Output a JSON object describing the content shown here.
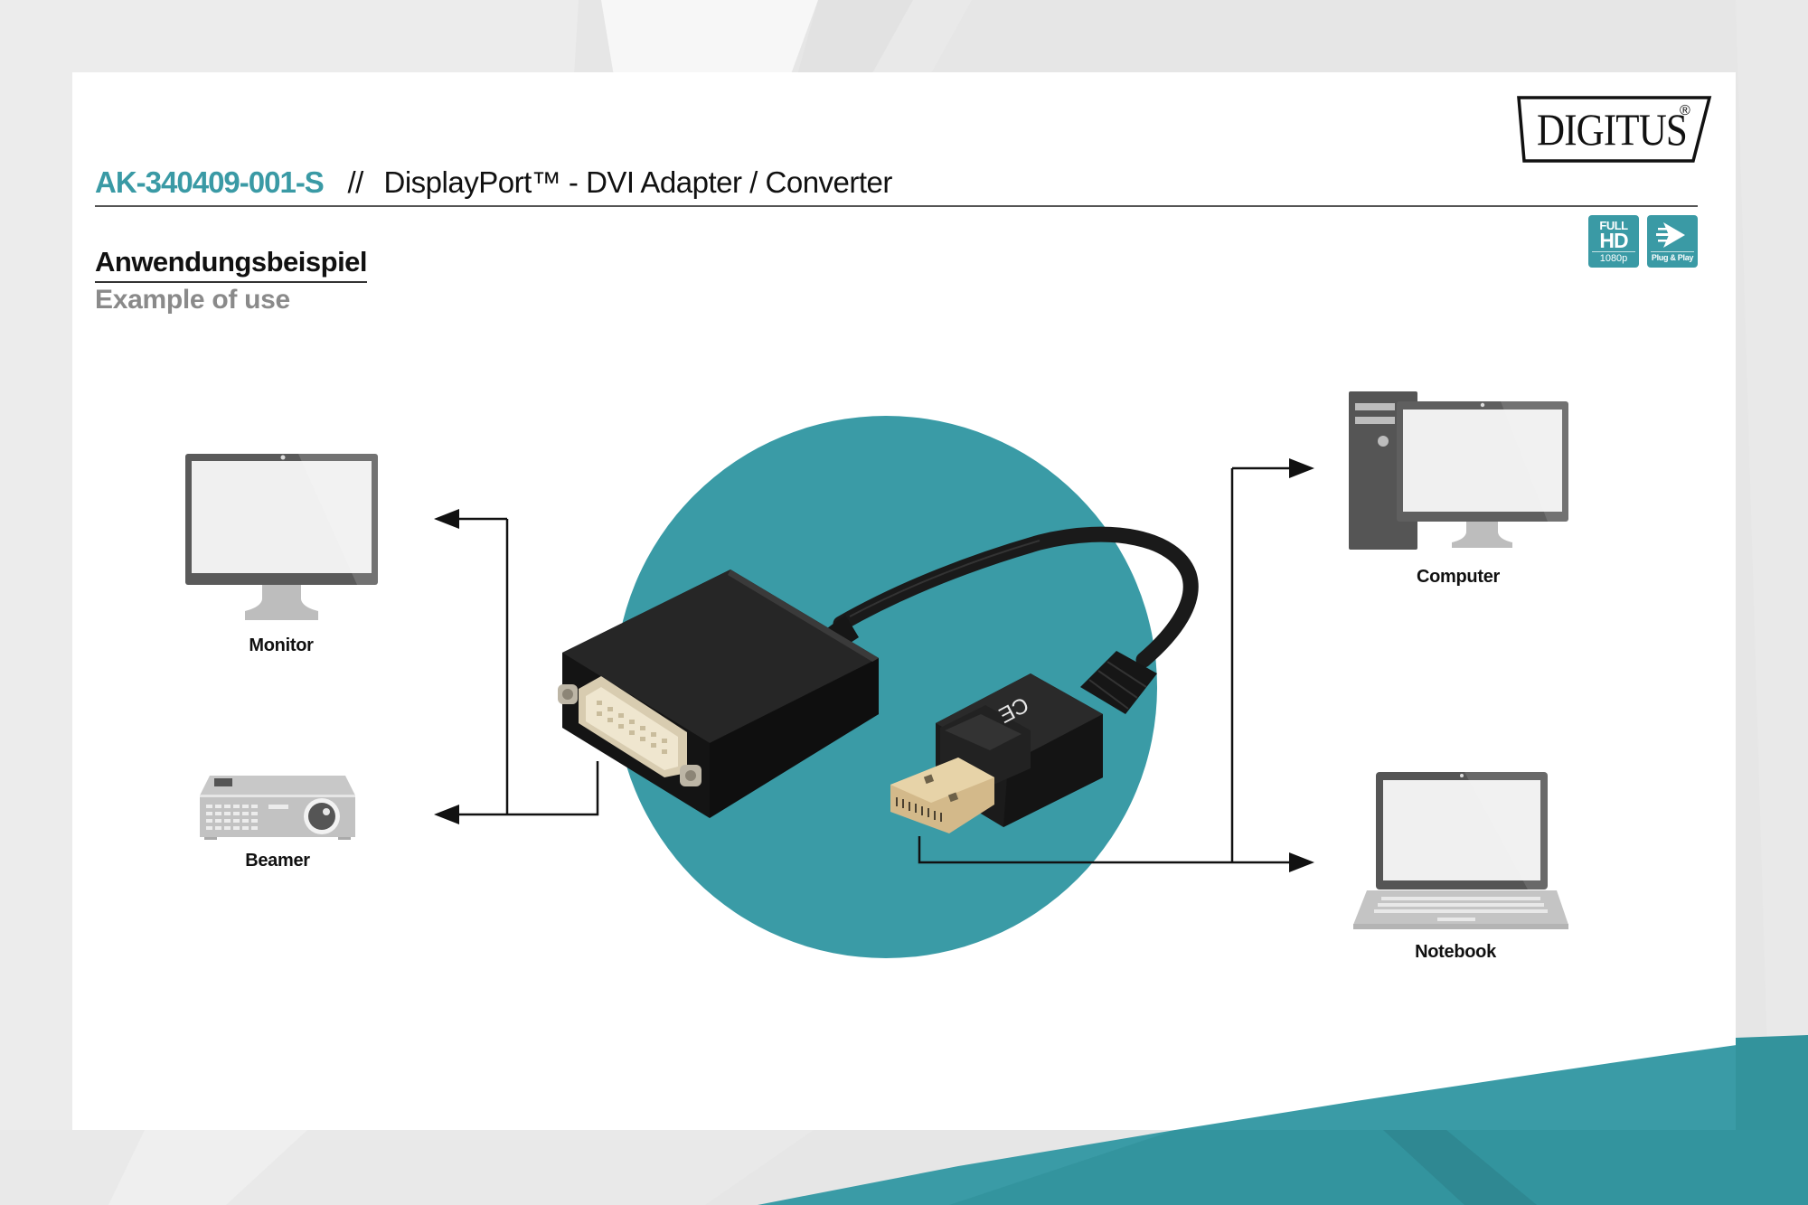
{
  "header": {
    "sku": "AK-340409-001-S",
    "separator": "//",
    "product_name": "DisplayPort™ - DVI Adapter / Converter"
  },
  "brand": {
    "logo_text": "DIGITUS",
    "registered_mark": "®"
  },
  "badges": [
    {
      "icon": "full-hd-icon",
      "line1": "FULL",
      "line2": "HD",
      "line3": "1080p"
    },
    {
      "icon": "plug-and-play-icon",
      "label": "Plug & Play"
    }
  ],
  "section": {
    "title": "Anwendungsbeispiel",
    "subtitle": "Example of use"
  },
  "diagram": {
    "product_image": "DisplayPort to DVI adapter cable",
    "outputs_left": [
      {
        "label": "Monitor",
        "icon": "monitor-icon"
      },
      {
        "label": "Beamer",
        "icon": "projector-icon"
      }
    ],
    "inputs_right": [
      {
        "label": "Computer",
        "icon": "desktop-computer-icon"
      },
      {
        "label": "Notebook",
        "icon": "laptop-icon"
      }
    ],
    "ce_mark": "CE"
  },
  "colors": {
    "accent": "#3a9aa5",
    "circle": "#3a9ba6",
    "band_dark": "#33939c",
    "page_bg": "#e6e6e6",
    "card_bg": "#ffffff",
    "text": "#111111",
    "subtitle": "#8a8a8a",
    "device_dark": "#5a5a5a",
    "device_light": "#bdbdbd",
    "screen": "#f0f0f0"
  }
}
